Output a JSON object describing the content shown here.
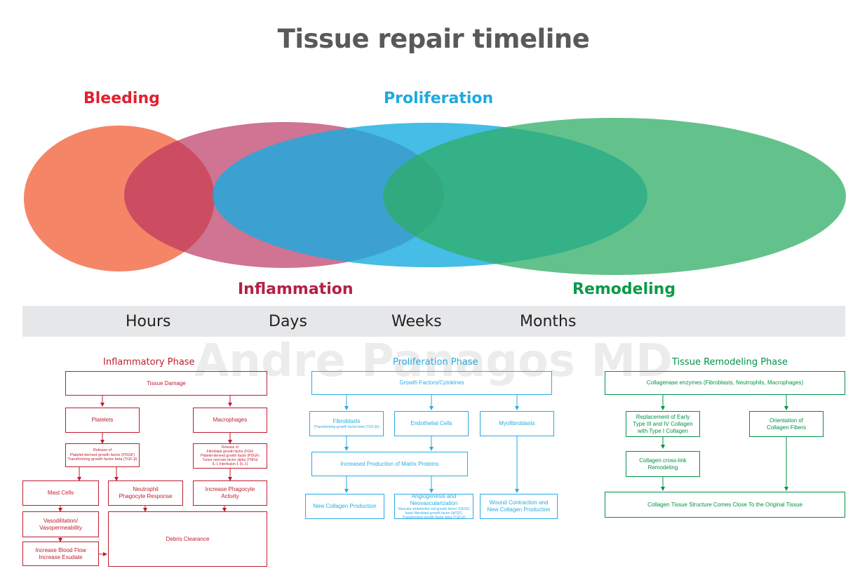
{
  "title": "Tissue repair timeline",
  "phases": {
    "bleeding": "Bleeding",
    "proliferation": "Proliferation",
    "inflammation": "Inflammation",
    "remodeling": "Remodeling"
  },
  "colors": {
    "bleeding": "#f47b5a",
    "inflammation": "#c0416b",
    "proliferation": "#29b6e3",
    "remodeling": "#4fbb7d",
    "red_text": "#be1e2d",
    "blue_text": "#29abe2",
    "green_text": "#009245"
  },
  "timeline": [
    "Hours",
    "Days",
    "Weeks",
    "Months"
  ],
  "watermark": "Andre Panagos MD",
  "inflammatory": {
    "title": "Inflammatory Phase",
    "tissue_damage": "Tissue Damage",
    "platelets": "Platelets",
    "macrophages": "Macrophages",
    "platelet_release": [
      "Release of",
      "Platelet-derived growth factor (PDGF)",
      "Transforming growth factor-beta (TGF-β)"
    ],
    "macrophage_release": [
      "Release of",
      "Fibroblast growth factor (FGF)",
      "Platelet-derived growth factor (PDGF)",
      "Tumor necrosis factor alpha (TNFα)",
      "IL-1 Interleukin-1 (IL-1)"
    ],
    "mast_cells": "Mast Cells",
    "neutrophil": [
      "Neutrophil",
      "Phagocyte Response"
    ],
    "increase_phagocyte": [
      "Increase Phagocyte",
      "Activity"
    ],
    "vasodilitation": [
      "Vasodilitation/",
      "Vasopermeability"
    ],
    "blood_flow": [
      "Increase Blood Flow",
      "Increase Exudate"
    ],
    "debris": "Debris Clearance"
  },
  "proliferation": {
    "title": "Proliferation Phase",
    "growth_factors": "Growth Factors/Cytokines",
    "fibroblasts": "Fibroblasts",
    "fibroblasts_sub": "(Transforming growth factor-beta (TGF-β))",
    "endothelial": "Endothelial Cells",
    "myofibroblasts": "Myofibroblasts",
    "matrix": "Increased Production of Matrix Proteins",
    "new_collagen": "New Collagen Production",
    "angiogenesis": [
      "Angiogenesis and",
      "Neovascularization"
    ],
    "angiogenesis_sub": [
      "Vascular endothelial cell growth factor (VEGF)",
      "basic fibroblast growth factor (bFGF)",
      "Transforming growth factor-beta (TGF-β)"
    ],
    "wound": [
      "Wound Contraction and",
      "New Collagen Production"
    ]
  },
  "remodeling": {
    "title": "Tissue Remodeling Phase",
    "collagenase": "Collagenase enzymes (Fibroblasts, Neutrophils, Macrophages)",
    "replacement": [
      "Replacement of Early",
      "Type III and IV Collagen",
      "with Type I Collagen"
    ],
    "orientation": [
      "Orientation of",
      "Collagen Fibers"
    ],
    "crosslink": [
      "Collagen cross-link",
      "Remodeling"
    ],
    "structure": "Collagen Tissue Structure Comes Close To the Original Tissue"
  }
}
